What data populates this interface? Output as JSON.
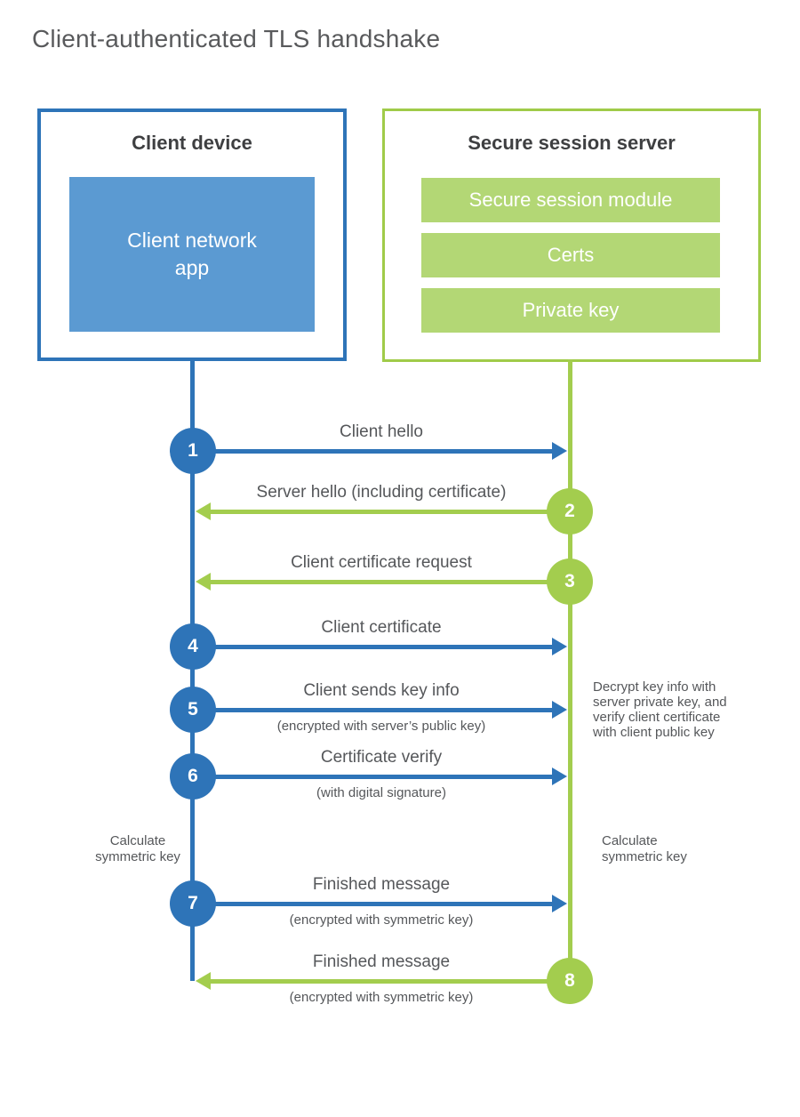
{
  "title": "Client-authenticated TLS handshake",
  "colors": {
    "blue": "#2e74b8",
    "blue_fill": "#5b9ad2",
    "green": "#a3cd4e",
    "green_fill": "#b3d775",
    "text": "#55575a"
  },
  "client": {
    "heading": "Client device",
    "app_label": "Client network\napp"
  },
  "server": {
    "heading": "Secure session server",
    "modules": [
      "Secure session module",
      "Certs",
      "Private key"
    ]
  },
  "messages": [
    {
      "num": "1",
      "label": "Client hello",
      "sublabel": "",
      "direction": "client-to-server"
    },
    {
      "num": "2",
      "label": "Server hello (including certificate)",
      "sublabel": "",
      "direction": "server-to-client"
    },
    {
      "num": "3",
      "label": "Client certificate request",
      "sublabel": "",
      "direction": "server-to-client"
    },
    {
      "num": "4",
      "label": "Client certificate",
      "sublabel": "",
      "direction": "client-to-server"
    },
    {
      "num": "5",
      "label": "Client sends key info",
      "sublabel": "(encrypted with server’s public key)",
      "direction": "client-to-server"
    },
    {
      "num": "6",
      "label": "Certificate verify",
      "sublabel": "(with digital signature)",
      "direction": "client-to-server"
    },
    {
      "num": "7",
      "label": "Finished message",
      "sublabel": "(encrypted with symmetric key)",
      "direction": "client-to-server"
    },
    {
      "num": "8",
      "label": "Finished message",
      "sublabel": "(encrypted with symmetric key)",
      "direction": "server-to-client"
    }
  ],
  "annotations": {
    "decrypt_note": "Decrypt key info with\nserver private key, and\nverify client certificate\nwith client public key",
    "calc_left": "Calculate\nsymmetric key",
    "calc_right": "Calculate\nsymmetric key"
  }
}
